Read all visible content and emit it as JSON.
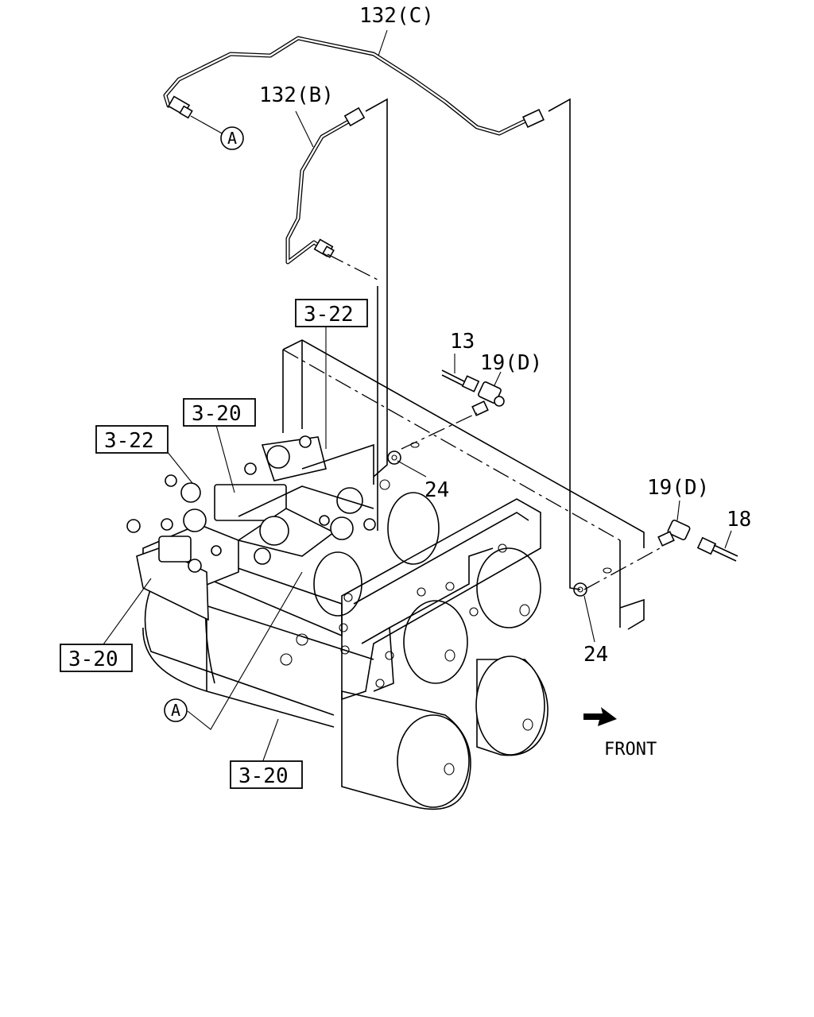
{
  "callouts": {
    "pipe_c": "132(C)",
    "pipe_b": "132(B)",
    "item_13": "13",
    "item_19d_upper": "19(D)",
    "item_19d_right": "19(D)",
    "item_18": "18",
    "item_24_upper": "24",
    "item_24_lower": "24"
  },
  "ref_boxes": {
    "box_3_22_top": "3-22",
    "box_3_20_top": "3-20",
    "box_3_22_left": "3-22",
    "box_3_20_left": "3-20",
    "box_3_20_bottom": "3-20"
  },
  "connection_markers": {
    "marker_a_top": "A",
    "marker_a_bottom": "A"
  },
  "orientation": {
    "front_label": "FRONT"
  }
}
